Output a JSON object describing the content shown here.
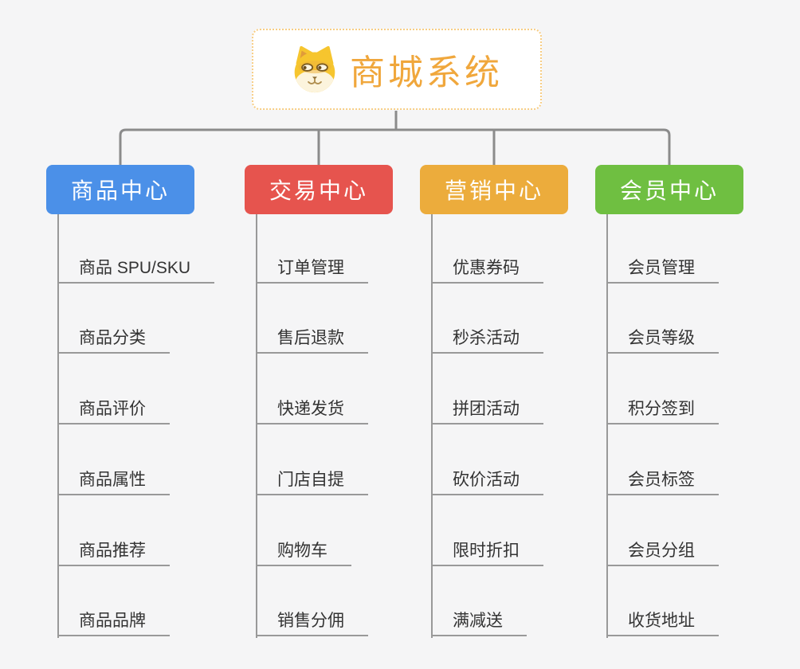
{
  "root": {
    "title": "商城系统",
    "icon": "doge-icon"
  },
  "branches": [
    {
      "label": "商品中心",
      "color": "#4b90e8",
      "items": [
        "商品 SPU/SKU",
        "商品分类",
        "商品评价",
        "商品属性",
        "商品推荐",
        "商品品牌"
      ]
    },
    {
      "label": "交易中心",
      "color": "#e6544e",
      "items": [
        "订单管理",
        "售后退款",
        "快递发货",
        "门店自提",
        "购物车",
        "销售分佣"
      ]
    },
    {
      "label": "营销中心",
      "color": "#ecac3c",
      "items": [
        "优惠券码",
        "秒杀活动",
        "拼团活动",
        "砍价活动",
        "限时折扣",
        "满减送"
      ]
    },
    {
      "label": "会员中心",
      "color": "#6fbf41",
      "items": [
        "会员管理",
        "会员等级",
        "积分签到",
        "会员标签",
        "会员分组",
        "收货地址"
      ]
    }
  ],
  "colors": {
    "background": "#f5f5f6",
    "connector": "#8b8b8b",
    "branch_line": "#999999",
    "item_text": "#333333",
    "root_text": "#f0a73c",
    "root_border": "#f7cd84"
  }
}
